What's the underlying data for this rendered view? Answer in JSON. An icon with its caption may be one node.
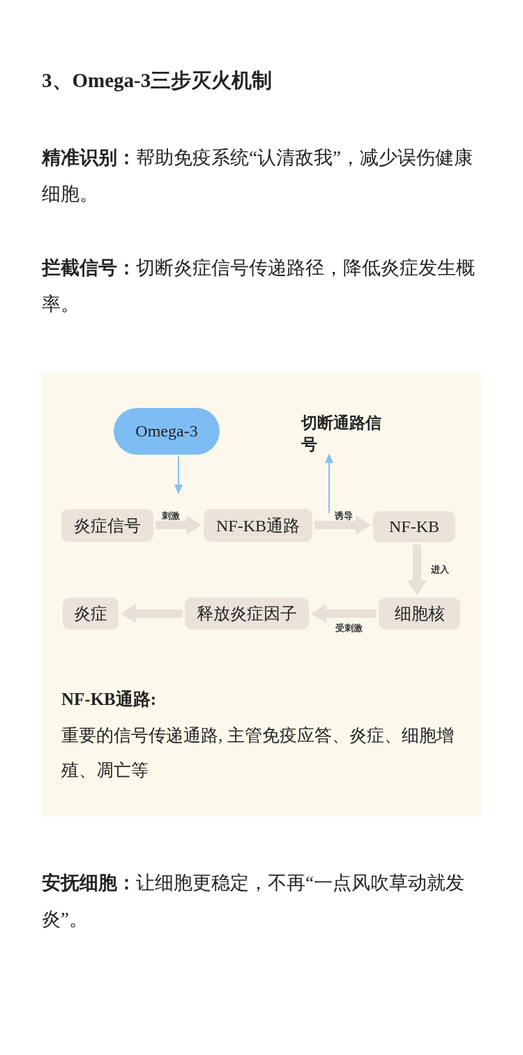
{
  "diagram": {
    "title": "3、Omega-3三步灭火机制",
    "nodes": [
      {
        "text": [
          "Omega-3"
        ]
      },
      {
        "text": [
          "切断通路信号"
        ]
      },
      {
        "text": [
          "炎症信号"
        ]
      },
      {
        "text": [
          "NF-KB通路"
        ]
      },
      {
        "text": [
          "NF-KB"
        ]
      },
      {
        "text": [
          "细胞核"
        ]
      },
      {
        "text": [
          "释放炎症因子"
        ]
      },
      {
        "text": [
          "炎症"
        ]
      }
    ],
    "edges": [
      {
        "from": 0,
        "to": null,
        "arrow": "to",
        "color": "#84c0f2"
      },
      {
        "from": 2,
        "to": 3,
        "arrow": "to",
        "label": "刺激"
      },
      {
        "from": 3,
        "to": 4,
        "arrow": "to",
        "label": "诱导"
      },
      {
        "from": null,
        "to": 1,
        "arrow": "to",
        "color": "#84c0f2"
      },
      {
        "from": 4,
        "to": 5,
        "arrow": "to",
        "label": "进入"
      },
      {
        "from": 5,
        "to": 6,
        "arrow": "to",
        "label": "受刺激"
      },
      {
        "from": 6,
        "to": 7,
        "arrow": "to"
      }
    ],
    "labels": [
      "**精准识别：**帮助免疫系统“认清敌我”，减少误伤健康细胞。",
      "**拦截信号：**切断炎症信号传递路径，降低炎症发生概率。",
      "NF-KB通路:",
      "重要的信号传递通路, 主管免疫应答、炎症、细胞增殖、凋亡等",
      "**安抚细胞：**让细胞更稳定，不再“一点风吹草动就发炎”。"
    ]
  }
}
